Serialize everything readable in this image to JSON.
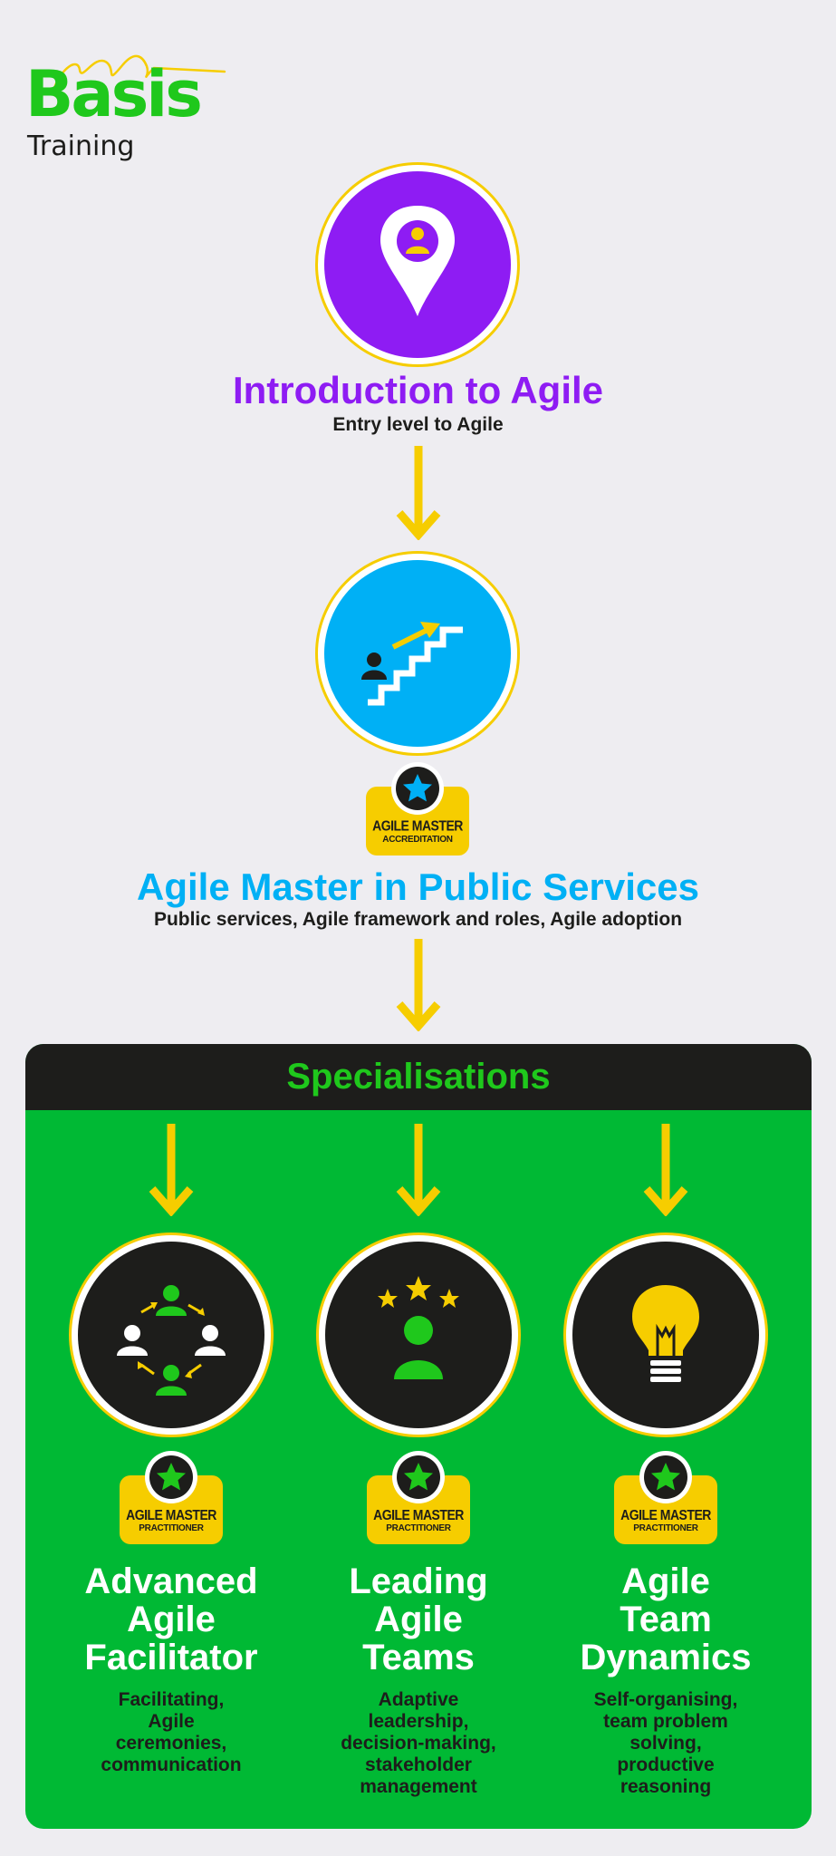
{
  "logo": {
    "brand": "Basis",
    "sub": "Training"
  },
  "stages": [
    {
      "title": "Introduction to Agile",
      "subtitle": "Entry level to Agile",
      "color": "#8e1cf3",
      "icon": "location-pin-person-icon"
    },
    {
      "title": "Agile Master in Public Services",
      "subtitle": "Public services, Agile framework and roles, Agile adoption",
      "color": "#00b0f5",
      "icon": "person-climbing-stairs-icon",
      "badge": {
        "line1": "AGILE MASTER",
        "line2": "ACCREDITATION"
      }
    }
  ],
  "specialisations": {
    "heading": "Specialisations",
    "items": [
      {
        "title_lines": [
          "Advanced",
          "Agile",
          "Facilitator"
        ],
        "desc_lines": [
          "Facilitating,",
          "Agile",
          "ceremonies,",
          "communication"
        ],
        "icon": "team-cycle-icon",
        "badge": {
          "line1": "AGILE MASTER",
          "line2": "PRACTITIONER"
        }
      },
      {
        "title_lines": [
          "Leading",
          "Agile",
          "Teams"
        ],
        "desc_lines": [
          "Adaptive",
          "leadership,",
          "decision-making,",
          "stakeholder",
          "management"
        ],
        "icon": "person-three-stars-icon",
        "badge": {
          "line1": "AGILE MASTER",
          "line2": "PRACTITIONER"
        }
      },
      {
        "title_lines": [
          "Agile",
          "Team",
          "Dynamics"
        ],
        "desc_lines": [
          "Self-organising,",
          "team problem",
          "solving,",
          "productive",
          "reasoning"
        ],
        "icon": "lightbulb-icon",
        "badge": {
          "line1": "AGILE MASTER",
          "line2": "PRACTITIONER"
        }
      }
    ]
  },
  "colors": {
    "yellow": "#f6cd00",
    "green": "#00b934",
    "dark": "#1d1d1b",
    "background": "#eeedf1"
  }
}
